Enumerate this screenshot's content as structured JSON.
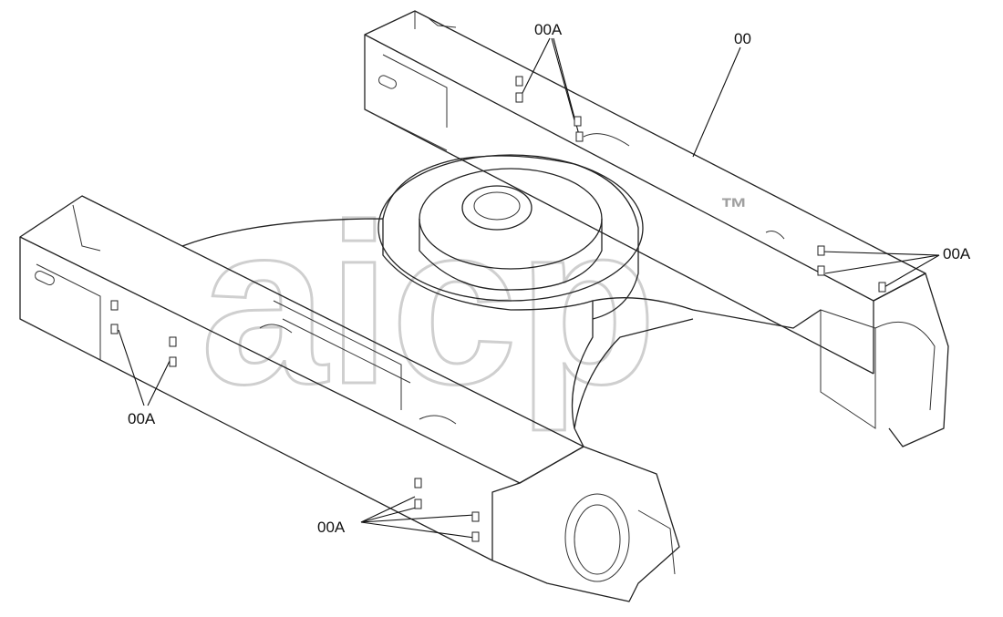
{
  "watermark": {
    "text": "aicp",
    "trademark": "™"
  },
  "callouts": {
    "main": "00",
    "top": "00A",
    "right": "00A",
    "left": "00A",
    "bottom": "00A"
  },
  "colors": {
    "line": "#222222",
    "watermark": "#cfcfcf",
    "background": "#ffffff"
  }
}
